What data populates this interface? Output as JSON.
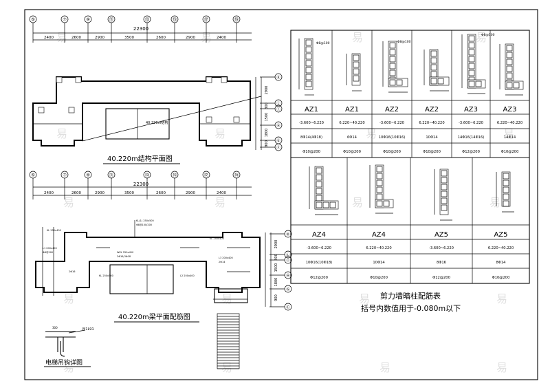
{
  "plan_top": {
    "axes": [
      "⑤",
      "⑦",
      "⑨",
      "⑪",
      "⑬",
      "⑮",
      "⑰",
      "⑲"
    ],
    "spans": [
      "2400",
      "2600",
      "2900",
      "3500",
      "2600",
      "2900",
      "2400"
    ],
    "total": "22300",
    "right_axes": [
      "Ⓚ",
      "Ⓛ",
      "Ⓘ",
      "Ⓗ",
      "Ⓖ",
      "Ⓕ"
    ],
    "right_dims": [
      "2900",
      "300",
      "1500",
      "1800",
      "900"
    ],
    "title": "40.220m结构平面图"
  },
  "plan_bottom": {
    "axes": [
      "⑤",
      "⑦",
      "⑨",
      "⑪",
      "⑬",
      "⑮",
      "⑰",
      "⑲"
    ],
    "spans": [
      "2400",
      "2600",
      "2900",
      "3500",
      "2600",
      "2900",
      "2400"
    ],
    "total": "22300",
    "right_axes": [
      "Ⓚ",
      "Ⓛ",
      "Ⓘ",
      "Ⓗ",
      "Ⓖ",
      "Ⓕ"
    ],
    "right_dims": [
      "2900",
      "300",
      "1500",
      "1800",
      "900"
    ],
    "title": "40.220m梁平面配筋图"
  },
  "detail": {
    "title": "电梯吊钩详图",
    "label": "M1L91"
  },
  "table": {
    "row1": {
      "names": [
        "AZ1",
        "AZ1",
        "AZ2",
        "AZ2",
        "AZ3",
        "AZ3"
      ],
      "elevations": [
        "-3.600~6.220",
        "6.220~40.220",
        "-3.600~6.220",
        "6.220~40.220",
        "-3.600~6.220",
        "6.220~40.220"
      ],
      "rebar": [
        "8Φ14(4Φ18)",
        "6Φ14",
        "10Φ16(10Φ16)",
        "10Φ14",
        "14Φ16(14Φ16)",
        "14Φ14"
      ],
      "stirrup": [
        "Φ10@200",
        "Φ10@200",
        "Φ10@200",
        "Φ10@200",
        "Φ12@200",
        "Φ10@200"
      ],
      "dims": [
        "Φ8@100",
        "Φ8@100",
        "Φ8@100"
      ]
    },
    "row2": {
      "names": [
        "AZ4",
        "AZ4",
        "AZ5",
        "AZ5"
      ],
      "elevations": [
        "-3.600~6.220",
        "6.220~40.220",
        "-3.600~6.220",
        "6.220~40.220"
      ],
      "rebar": [
        "10Φ16(10Φ18)",
        "10Φ14",
        "8Φ16",
        "8Φ14"
      ],
      "stirrup": [
        "Φ12@200",
        "Φ10@200",
        "Φ12@200",
        "Φ10@200"
      ]
    },
    "title": "剪力墙暗柱配筋表",
    "note": "括号内数值用于-0.080m以下"
  },
  "watermark": "易"
}
